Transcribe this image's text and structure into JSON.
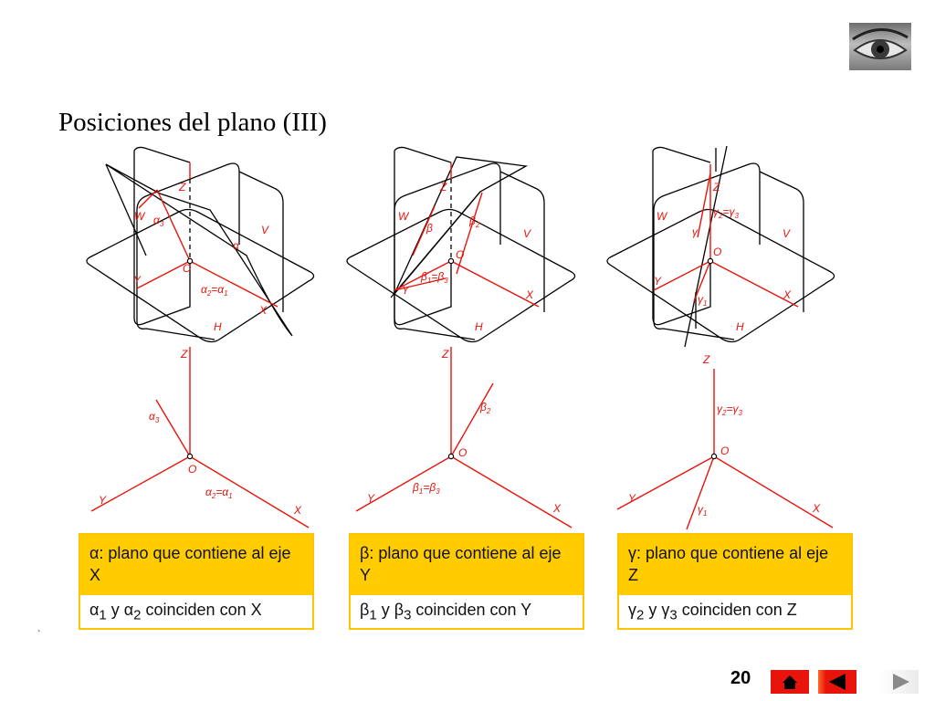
{
  "slide": {
    "title": "Posiciones del plano (III)",
    "page_number": "20",
    "tick_mark": "`"
  },
  "panels": [
    {
      "top_labels": {
        "Z": "Z",
        "W": "W",
        "V": "V",
        "O": "O",
        "Y": "Y",
        "X": "X",
        "H": "H",
        "greek": "α",
        "trace_a": "α",
        "trace_a_sub": "3",
        "trace_b": "α",
        "trace_b_sub": "2",
        "trace_b_eq": "=α",
        "trace_b_sub2": "1"
      },
      "bottom_labels": {
        "Z": "Z",
        "O": "O",
        "Y": "Y",
        "X": "X",
        "trace_a": "α",
        "trace_a_sub": "3",
        "trace_b": "α",
        "trace_b_sub": "2",
        "trace_b_eq": "=α",
        "trace_b_sub2": "1"
      },
      "definition": "α: plano que contiene al eje X",
      "property_parts": [
        "α",
        "1",
        " y α",
        "2",
        " coinciden con X"
      ]
    },
    {
      "top_labels": {
        "Z": "Z",
        "W": "W",
        "V": "V",
        "O": "O",
        "Y": "Y",
        "X": "X",
        "H": "H",
        "greek": "β",
        "trace_a": "β",
        "trace_a_sub": "2",
        "trace_b": "β",
        "trace_b_sub": "1",
        "trace_b_eq": "=β",
        "trace_b_sub2": "3"
      },
      "bottom_labels": {
        "Z": "Z",
        "O": "O",
        "Y": "Y",
        "X": "X",
        "trace_a": "β",
        "trace_a_sub": "2",
        "trace_b": "β",
        "trace_b_sub": "1",
        "trace_b_eq": "=β",
        "trace_b_sub2": "3"
      },
      "definition": "β: plano que contiene al eje Y",
      "property_parts": [
        "β",
        "1",
        " y β",
        "3",
        " coinciden con Y"
      ]
    },
    {
      "top_labels": {
        "Z": "Z",
        "W": "W",
        "V": "V",
        "O": "O",
        "Y": "Y",
        "X": "X",
        "H": "H",
        "greek": "γ",
        "trace_a": "γ",
        "trace_a_sub": "2",
        "trace_a_eq": "=γ",
        "trace_a_sub2": "3",
        "trace_b": "γ",
        "trace_b_sub": "1"
      },
      "bottom_labels": {
        "Z": "Z",
        "O": "O",
        "Y": "Y",
        "X": "X",
        "trace_a": "γ",
        "trace_a_sub": "2",
        "trace_a_eq": "=γ",
        "trace_a_sub2": "3",
        "trace_b": "γ",
        "trace_b_sub": "1"
      },
      "definition": "γ: plano que contiene al eje Z",
      "property_parts": [
        "γ",
        "2",
        " y γ",
        "3",
        " coinciden con Z"
      ]
    }
  ],
  "colors": {
    "axis_red": "#e8140b",
    "box_yellow": "#ffcc00",
    "line_black": "#000000"
  },
  "icons": {
    "decoration": "eye-photo-icon",
    "home": "home-icon",
    "prev": "arrow-left-icon",
    "next": "arrow-right-icon"
  }
}
